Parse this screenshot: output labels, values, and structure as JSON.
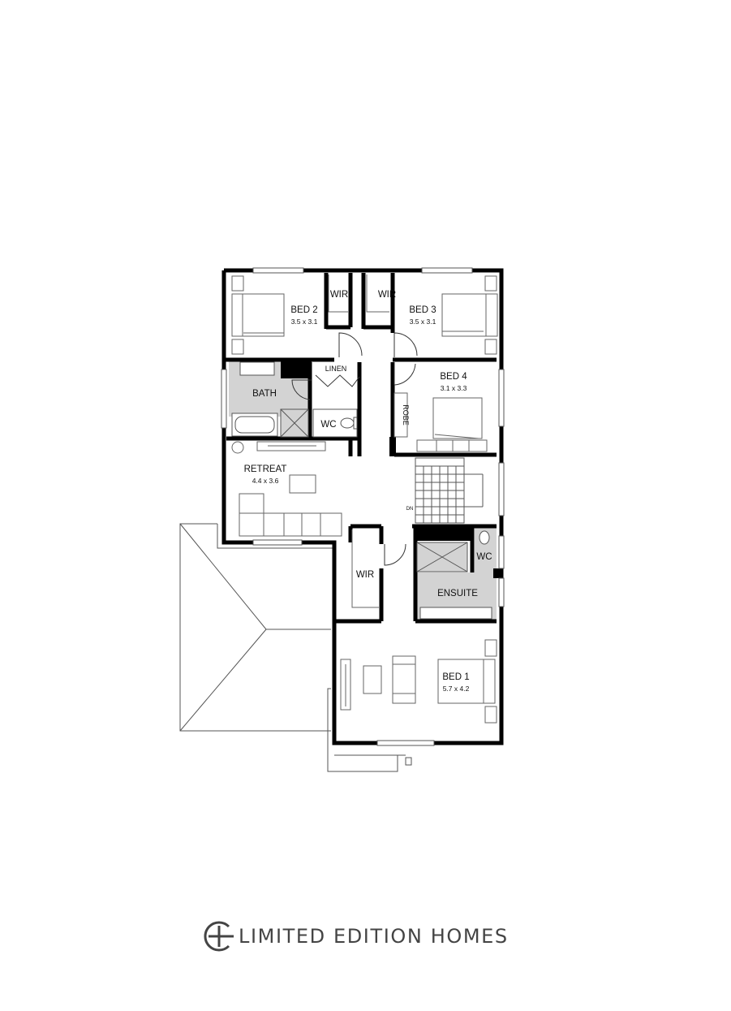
{
  "plan": {
    "rooms": {
      "bed2": {
        "name": "BED 2",
        "size": "3.5 x 3.1"
      },
      "bed3": {
        "name": "BED 3",
        "size": "3.5 x 3.1"
      },
      "bed4": {
        "name": "BED 4",
        "size": "3.1 x 3.3"
      },
      "bed1": {
        "name": "BED 1",
        "size": "5.7 x 4.2"
      },
      "retreat": {
        "name": "RETREAT",
        "size": "4.4 x 3.6"
      },
      "wir_bed2": {
        "name": "WIR"
      },
      "wir_bed3": {
        "name": "WIR"
      },
      "wir_bed1": {
        "name": "WIR"
      },
      "linen": {
        "name": "LINEN"
      },
      "bath": {
        "name": "BATH"
      },
      "wc_bath": {
        "name": "WC"
      },
      "robe": {
        "name": "ROBE"
      },
      "ensuite": {
        "name": "ENSUITE"
      },
      "wc_ensuite": {
        "name": "WC"
      },
      "stair_dn": {
        "name": "DN"
      }
    },
    "colors": {
      "wall": "#000000",
      "wet_area": "#d3d3d3",
      "line": "#555555"
    }
  },
  "brand": {
    "name": "LIMITED EDITION HOMES",
    "logo_icon": "circle-plus-icon"
  }
}
